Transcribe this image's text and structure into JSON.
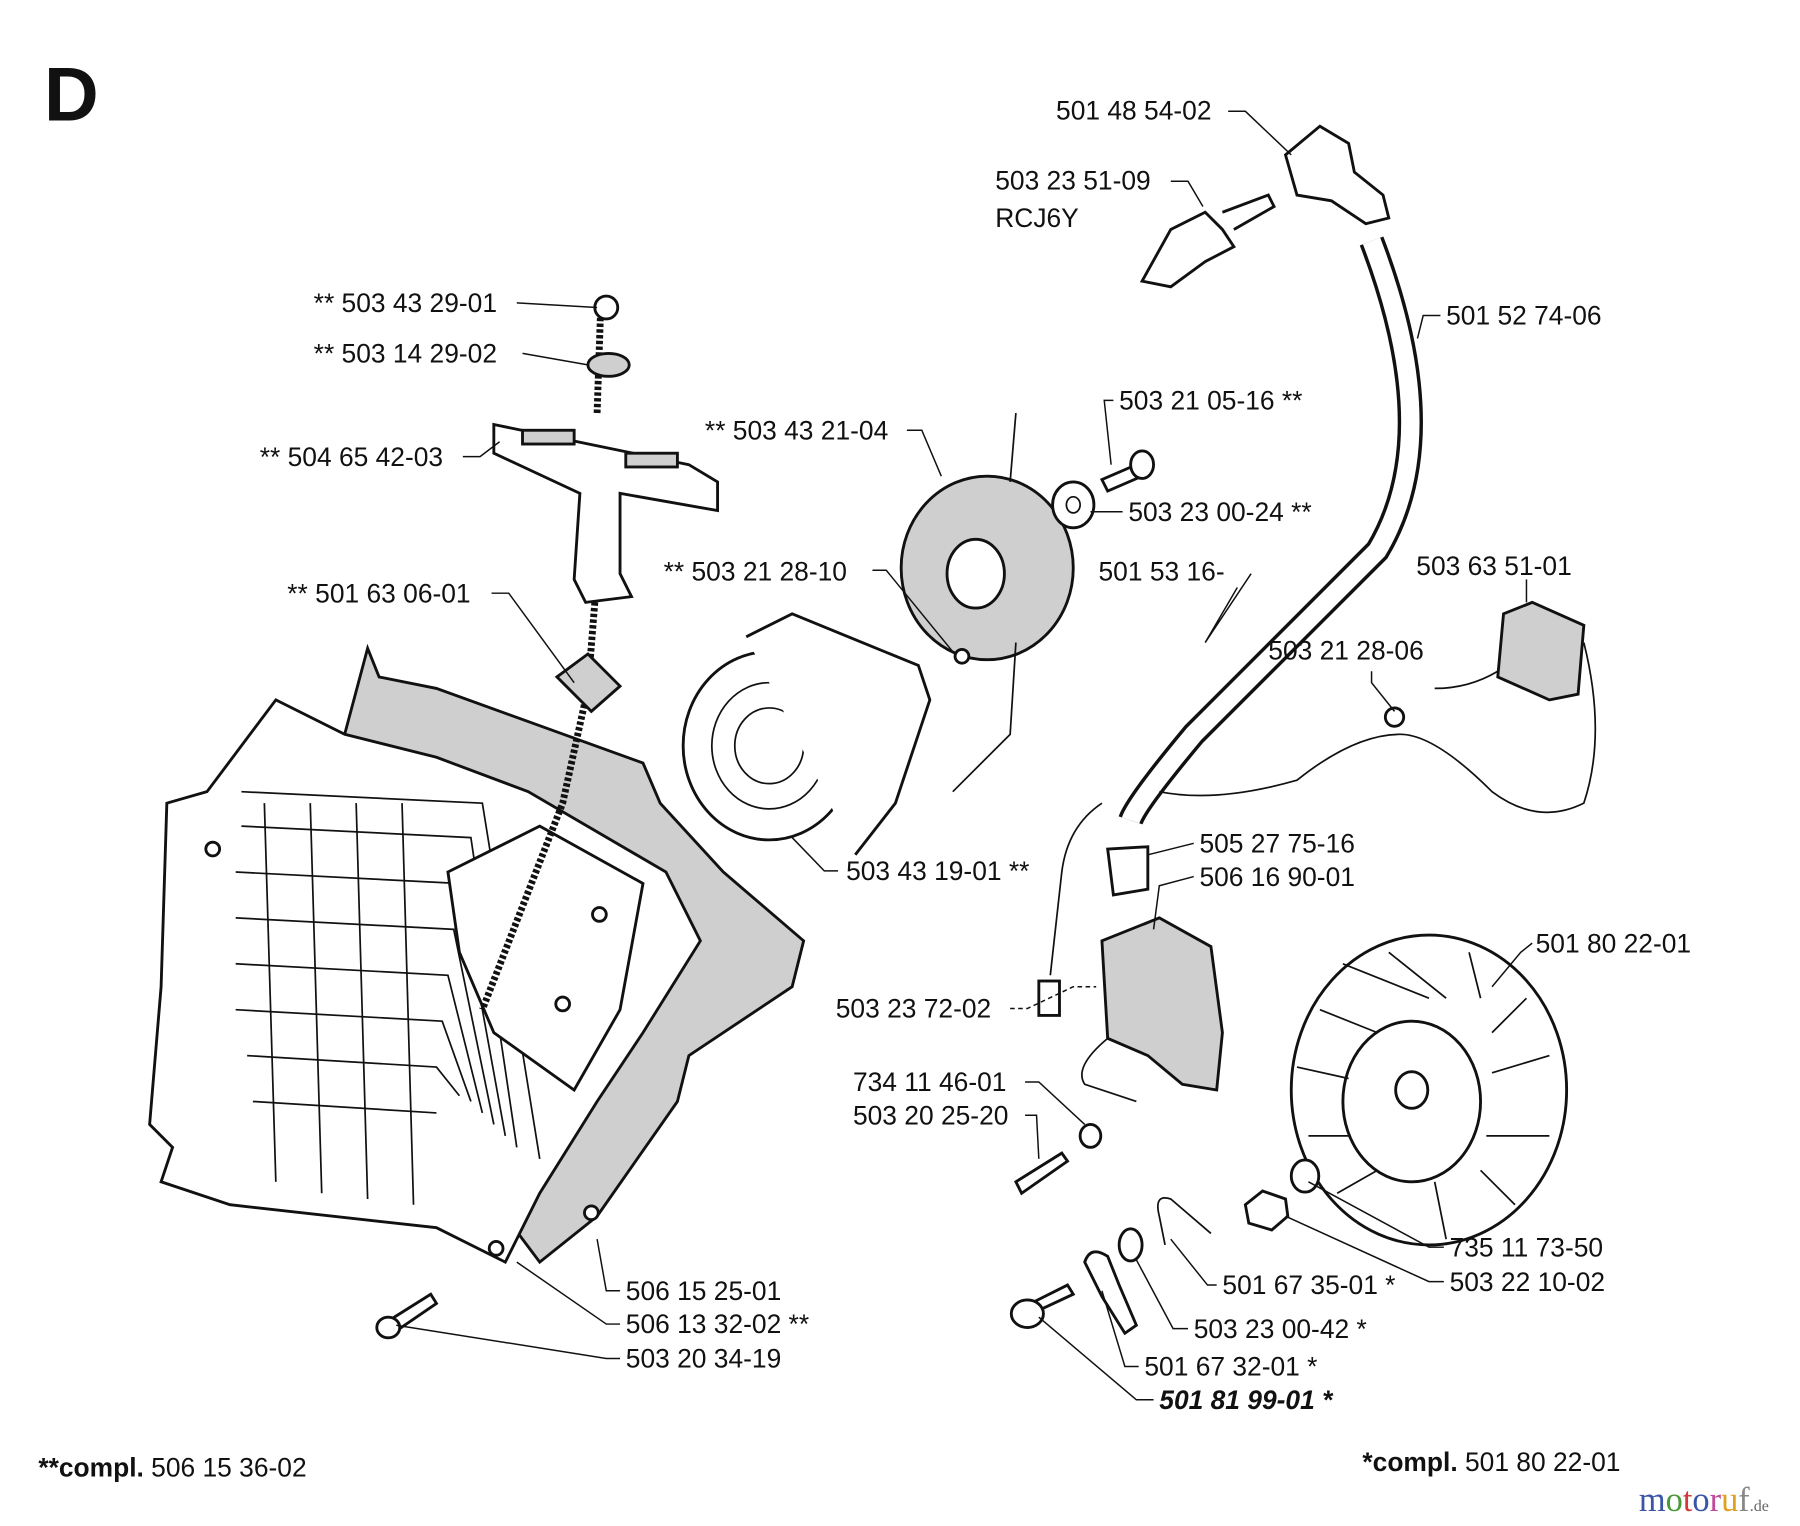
{
  "section_letter": "D",
  "labels": {
    "spark_cap": "501 48 54-02",
    "spark_plug": "503 23 51-09",
    "spark_plug_type": "RCJ6Y",
    "ignition_cable": "501 52 74-06",
    "rope_knot": "** 503 43 29-01",
    "rope_bushing": "** 503 14 29-02",
    "handle": "** 504 65 42-03",
    "pulley": "** 503 43 21-04",
    "pulley_screw": "503 21 05-16 **",
    "pulley_washer": "503 23 00-24 **",
    "cable": "501 53 16-",
    "screw_2810": "** 503 21 28-10",
    "switch": "503 63 51-01",
    "rope_guide": "** 501 63 06-01",
    "screw_2806": "503 21 28-06",
    "boot": "505 27 75-16",
    "ignition_module": "506 16 90-01",
    "spring_cassette": "503 43 19-01 **",
    "flywheel": "501 80 22-01",
    "connector": "503 23 72-02",
    "washer_734": "734 11 46-01",
    "screw_2520": "503 20 25-20",
    "washer_735": "735 11 73-50",
    "nut": "503 22 10-02",
    "spring_pawl": "501 67 35-01 *",
    "cover_inner": "506 15 25-01",
    "cover_outer": "506 13 32-02 **",
    "pawl_bushing": "503 23 00-42 *",
    "cover_screw": "503 20 34-19",
    "pawl": "501 67 32-01 *",
    "pawl_screw": "501 81 99-01 *"
  },
  "footnotes": {
    "left_prefix": "**compl.",
    "left_value": "506 15 36-02",
    "right_prefix": "*compl.",
    "right_value": "501 80 22-01"
  },
  "watermark": {
    "text": "motoruf",
    "suffix": ".de",
    "colors": [
      "#3a55a8",
      "#4a9a3a",
      "#d23a3a",
      "#3a55a8",
      "#c04a9a",
      "#e0a020",
      "#888888"
    ]
  }
}
